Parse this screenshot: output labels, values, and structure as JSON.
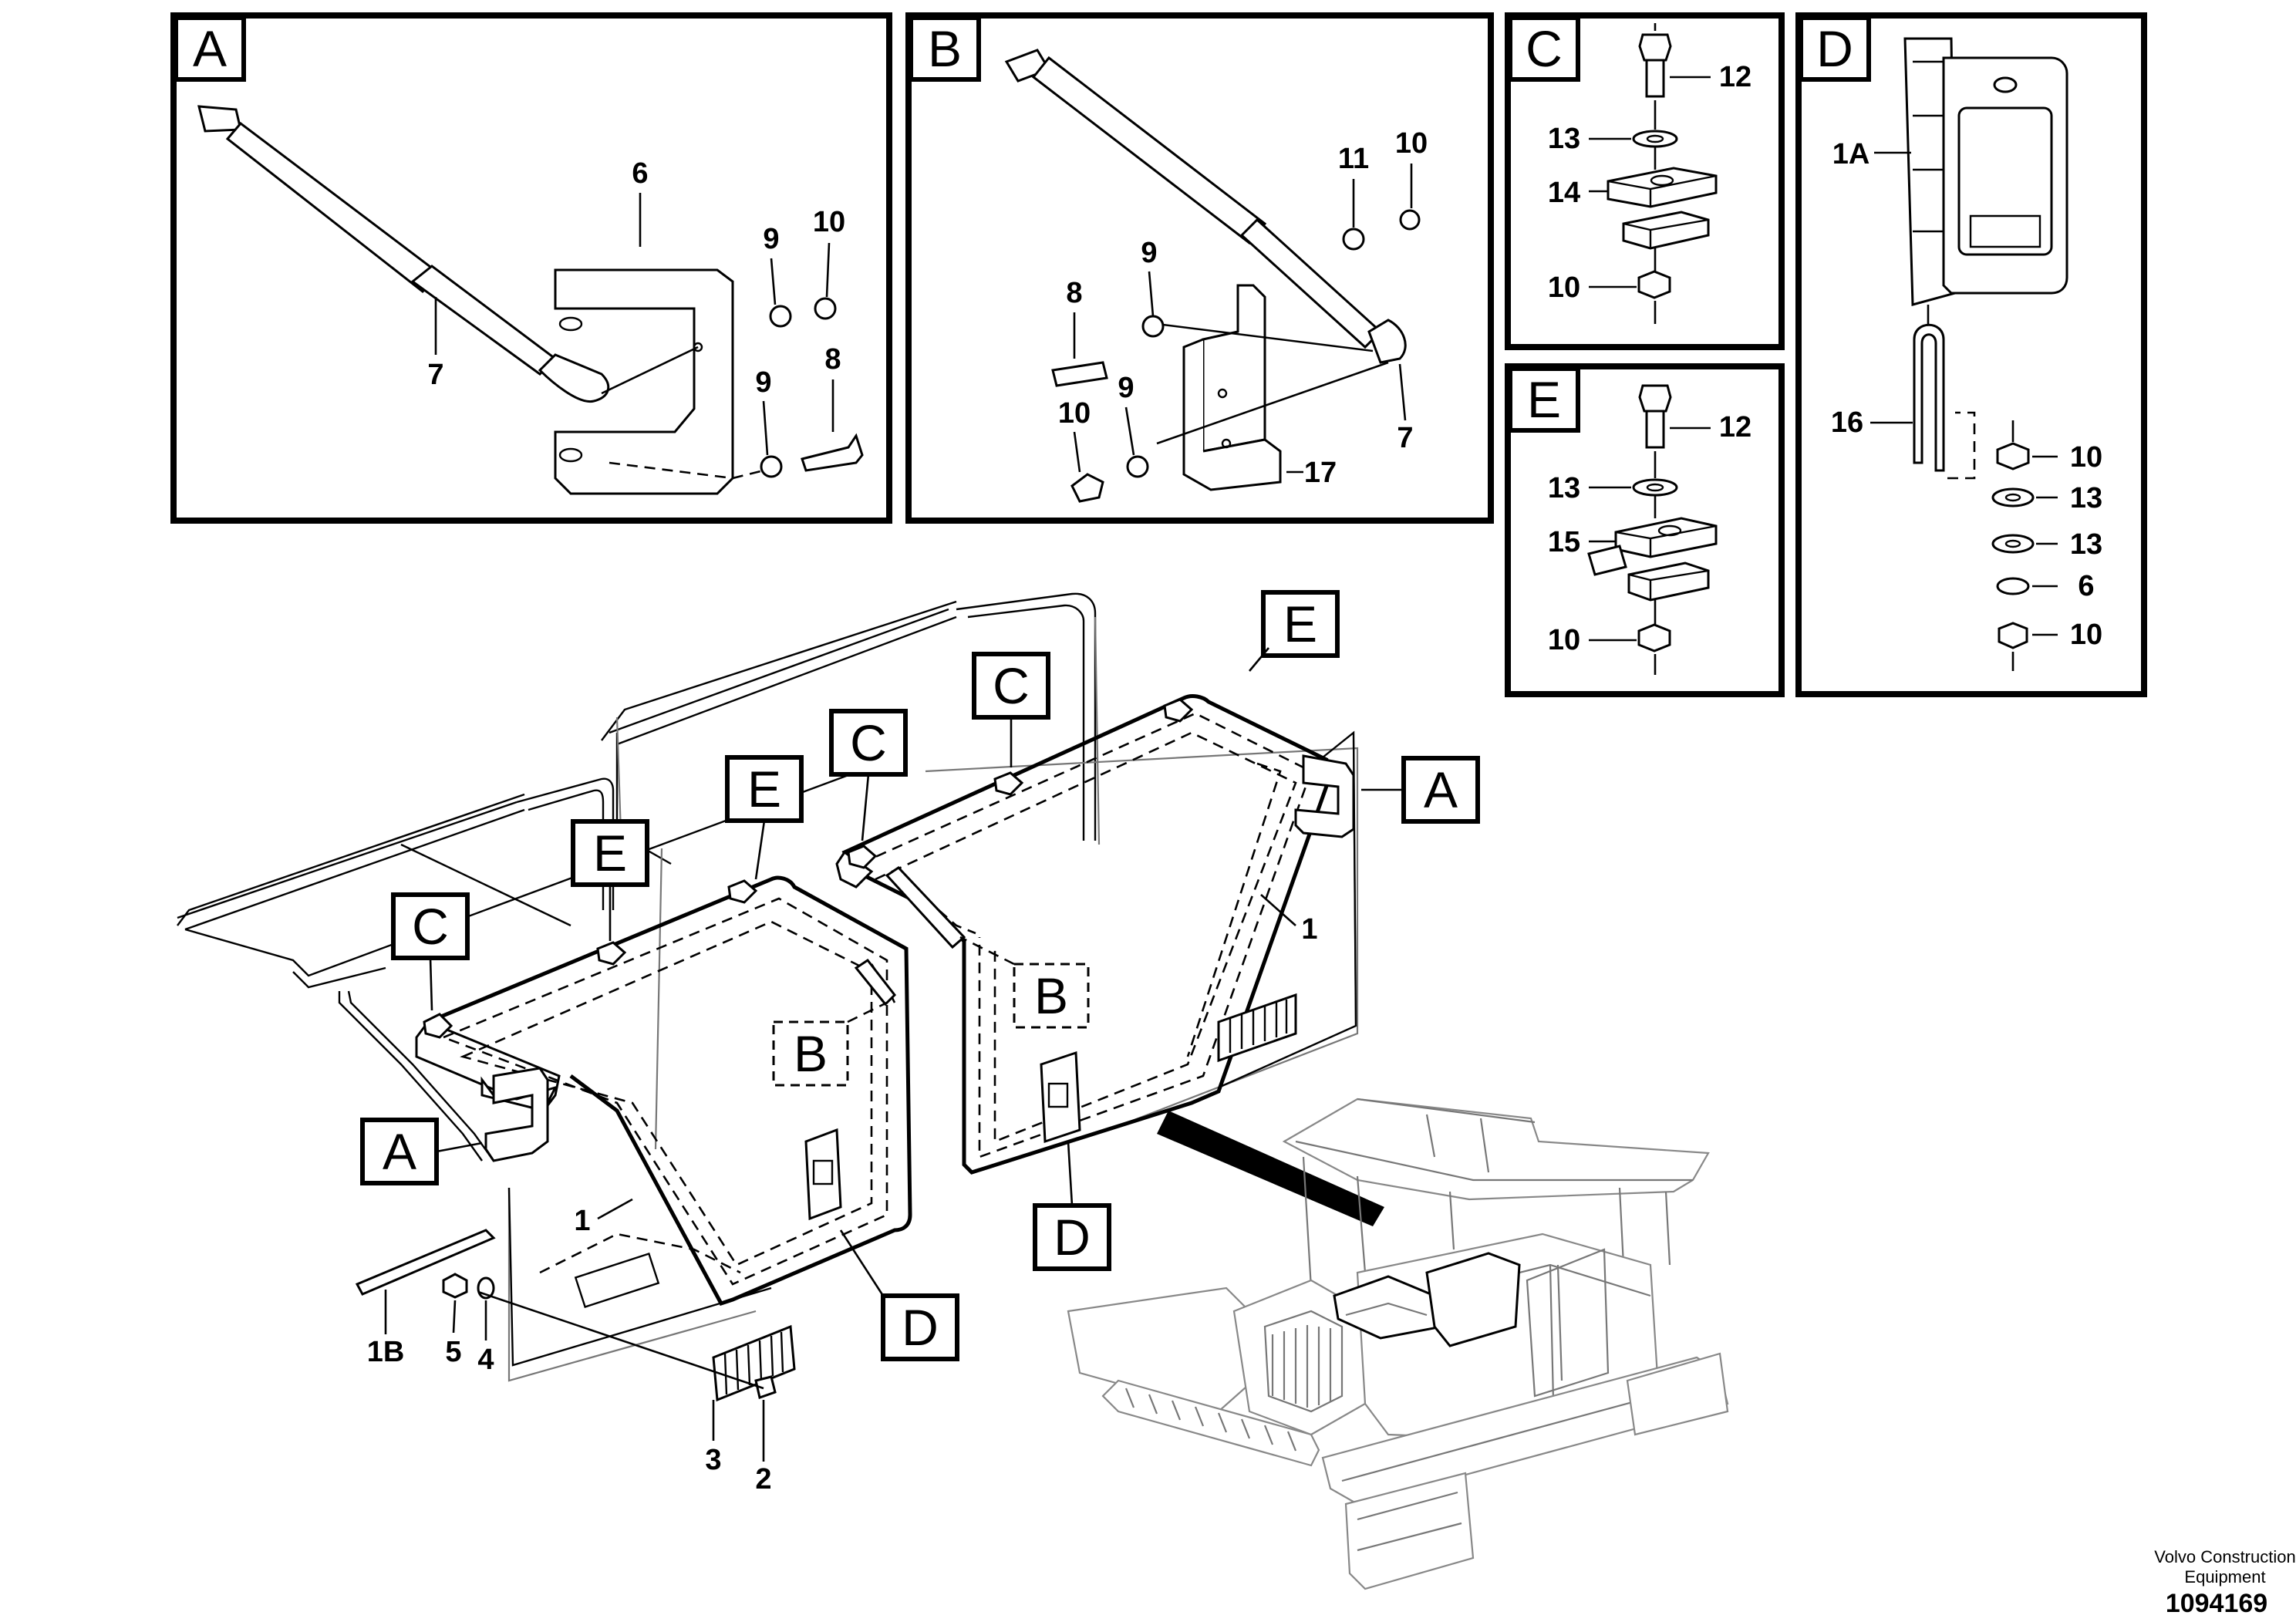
{
  "panels": {
    "A": {
      "label": "A",
      "callouts": [
        "6",
        "7",
        "9",
        "10",
        "9",
        "8"
      ]
    },
    "B": {
      "label": "B",
      "callouts": [
        "11",
        "10",
        "9",
        "8",
        "10",
        "9",
        "7",
        "17"
      ]
    },
    "C": {
      "label": "C",
      "callouts": [
        "12",
        "13",
        "14",
        "10"
      ]
    },
    "D": {
      "label": "D",
      "callouts": [
        "1A",
        "16",
        "10",
        "13",
        "13",
        "6",
        "10"
      ]
    },
    "E": {
      "label": "E",
      "callouts": [
        "12",
        "13",
        "15",
        "10"
      ]
    }
  },
  "main": {
    "tags": [
      "E",
      "C",
      "C",
      "E",
      "E",
      "C",
      "A",
      "A",
      "B",
      "B",
      "D",
      "D"
    ],
    "callouts": [
      "1",
      "1",
      "1B",
      "5",
      "4",
      "3",
      "2"
    ]
  },
  "footer": {
    "company_line1": "Volvo Construction",
    "company_line2": "Equipment",
    "drawing_number": "1094169"
  }
}
